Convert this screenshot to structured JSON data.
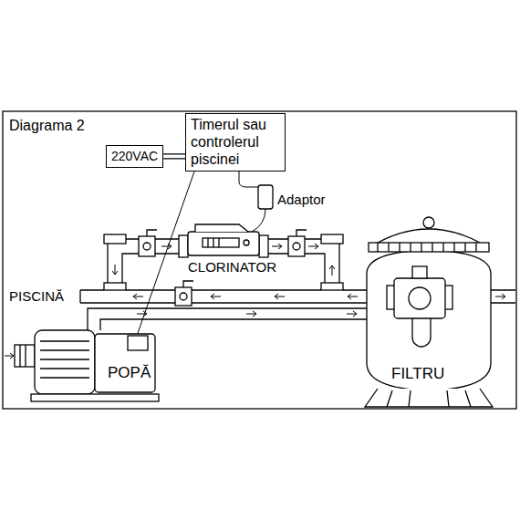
{
  "diagram": {
    "title": "Diagrama 2",
    "nodes": [
      {
        "text": [
          "220VAC"
        ]
      },
      {
        "text": [
          "Timerul sau controlerul piscinei"
        ]
      }
    ],
    "edges": [
      {
        "from": 0,
        "to": 1,
        "arrow": "none"
      }
    ],
    "labels": [
      "Adaptor",
      "CLORINATOR",
      "PISCINĂ",
      "POPĂ",
      "FILTRU"
    ]
  }
}
